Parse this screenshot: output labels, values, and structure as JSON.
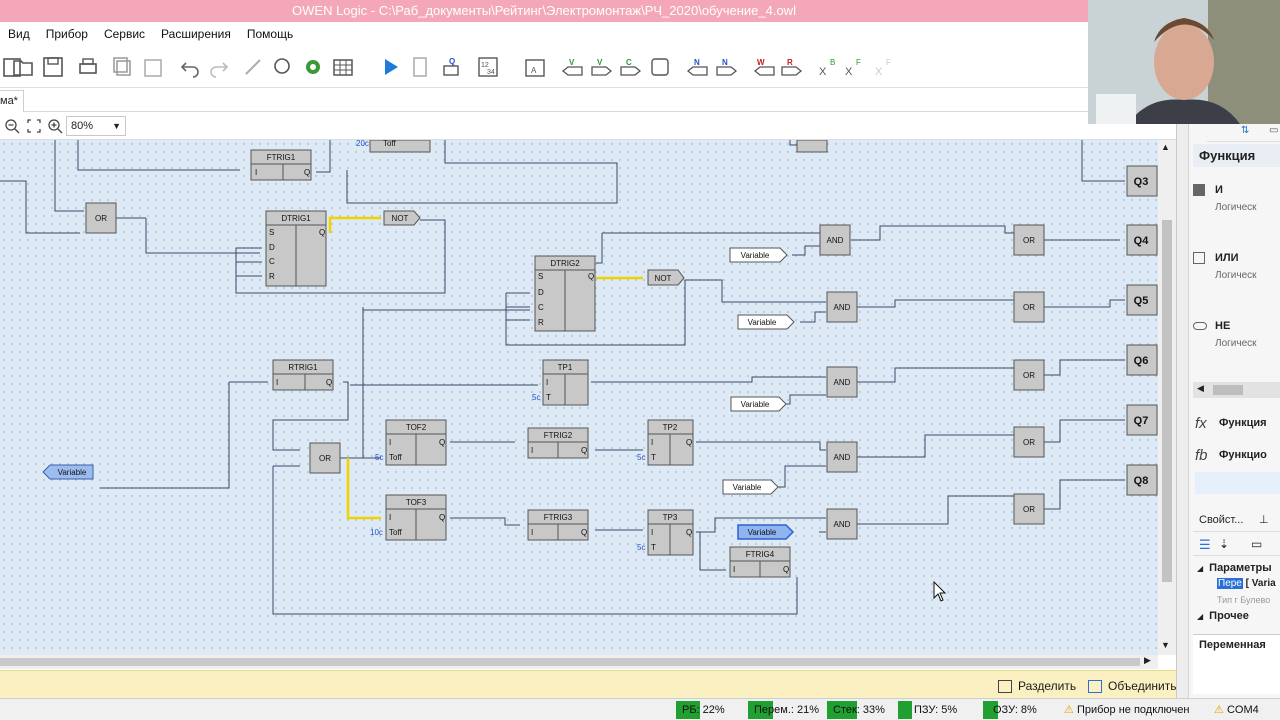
{
  "window": {
    "title": "OWEN Logic - C:\\Раб_документы\\Рейтинг\\Электромонтаж\\РЧ_2020\\обучение_4.owl"
  },
  "menu": {
    "items": [
      "Вид",
      "Прибор",
      "Сервис",
      "Расширения",
      "Помощь"
    ]
  },
  "tab": {
    "label": "ма*"
  },
  "zoom": {
    "value": "80%"
  },
  "diagram": {
    "blocks": {
      "ftrig1": "FTRIG1",
      "dtrig1": "DTRIG1",
      "dtrig2": "DTRIG2",
      "rtrig1": "RTRIG1",
      "tp1": "TP1",
      "tp2": "TP2",
      "tp3": "TP3",
      "tof2": "TOF2",
      "tof3": "TOF3",
      "ftrig2": "FTRIG2",
      "ftrig3": "FTRIG3",
      "ftrig4": "FTRIG4",
      "not": "NOT",
      "and": "AND",
      "or": "OR",
      "variable": "Variable",
      "toff": "Toff"
    },
    "pins": {
      "s": "S",
      "d": "D",
      "c": "C",
      "r": "R",
      "i": "I",
      "q": "Q",
      "t": "T"
    },
    "consts": {
      "c20": "20с",
      "c5": "5с",
      "c10": "10с"
    },
    "outputs": [
      "Q3",
      "Q4",
      "Q5",
      "Q6",
      "Q7",
      "Q8"
    ]
  },
  "library": {
    "header": "Функция",
    "items": [
      {
        "name": "И",
        "desc": "Логическ"
      },
      {
        "name": "ИЛИ",
        "desc": "Логическ"
      },
      {
        "name": "НЕ",
        "desc": "Логическ"
      }
    ],
    "fx_label": "Функция",
    "fb_label": "Функцио"
  },
  "properties": {
    "title": "Свойст...",
    "section_params": "Параметры",
    "selected_key": "Пере",
    "selected_value": "[ Varia",
    "type_row": "Тип г Булево",
    "section_other": "Прочее",
    "footer": "Переменная"
  },
  "message_bar": {
    "split": "Разделить",
    "merge": "Объединить"
  },
  "status": {
    "rb": "РБ: 22%",
    "rb_level": 22,
    "vars": "Перем.: 21%",
    "vars_level": 21,
    "stack": "Стек: 33%",
    "stack_level": 33,
    "rom": "ПЗУ: 5%",
    "rom_level": 5,
    "ram": "ОЗУ: 8%",
    "ram_level": 8,
    "device": "Прибор не подключен",
    "port": "COM4"
  },
  "colors": {
    "title_bar": "#f4a7b9",
    "canvas": "#ddeaf6",
    "highlight_wire": "#f2d200",
    "status_green": "#20a030"
  }
}
